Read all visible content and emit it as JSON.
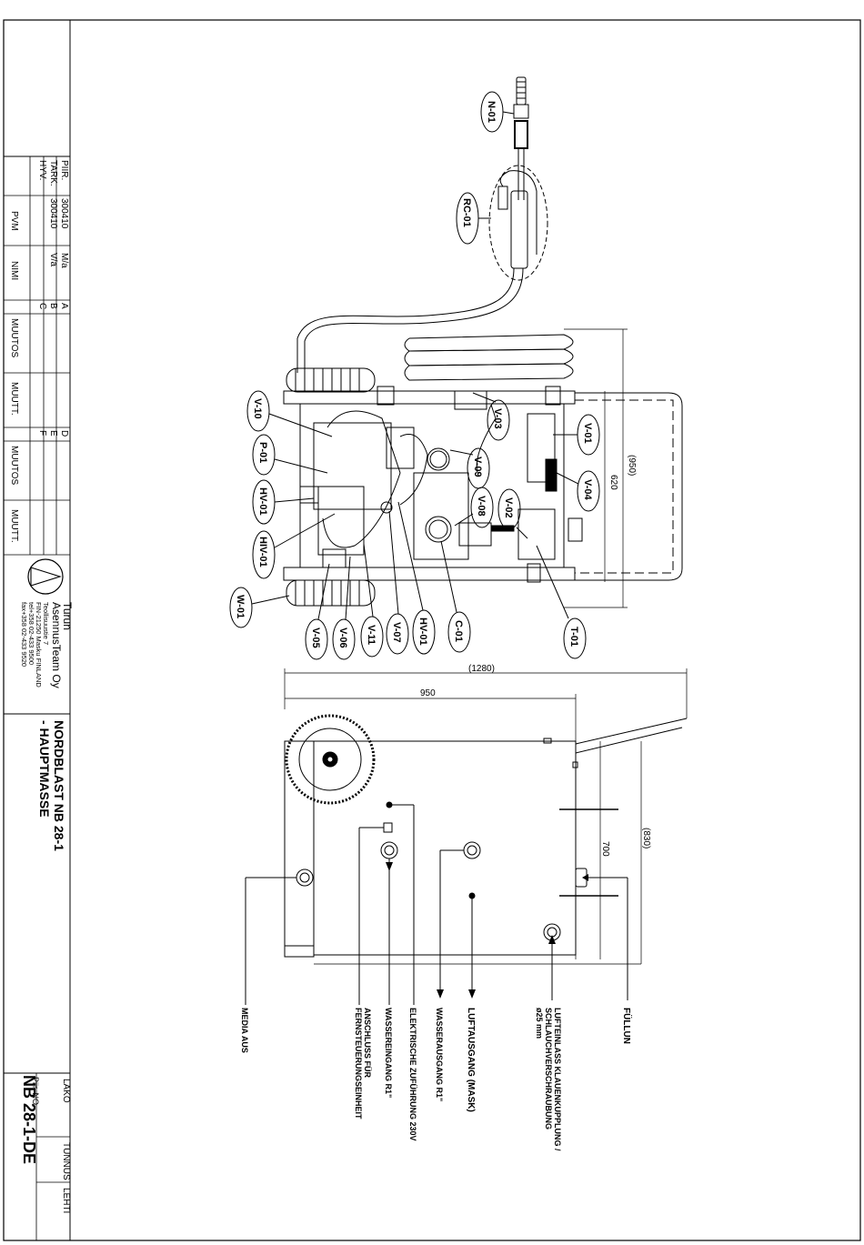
{
  "title_block": {
    "company": {
      "name_line1": "Turun",
      "name_line2": "AsennusTeam Oy",
      "address1": "Teollisuustie 7",
      "address2": "FIN-21250 Masku FINLAND",
      "tel": "tel+358 02-433 9500",
      "fax": "fax+358 02-433 9520"
    },
    "title_line1": "NORDBLAST NB 28-1",
    "title_line2": "- HAUPTMASSE",
    "drawing_no": "NB 28-1-DE",
    "labels": {
      "lako": "LAKO",
      "tunnus": "TUNNUS",
      "lehti": "LEHTI",
      "piir_no": "Piir. NO",
      "pvm": "PVM",
      "nimi": "NIMI",
      "muutos1": "MUUTOS",
      "mutt1": "MUUTT.",
      "muutos2": "MUUTOS",
      "mutt2": "MUUTT."
    },
    "revision_table": {
      "rows": [
        "PIIR.",
        "TARK.",
        "HYV."
      ],
      "dates": [
        "300410",
        "300410",
        ""
      ],
      "names": [
        "M/a",
        "V/a",
        ""
      ],
      "letters_left": [
        "A",
        "B",
        "C"
      ],
      "letters_right": [
        "D",
        "E",
        "F"
      ]
    }
  },
  "top_view": {
    "dims": {
      "d1280": "(1280)",
      "d950": "950",
      "d950p": "(950)",
      "d620": "620"
    },
    "components": [
      "N-01",
      "RC-01",
      "V-10",
      "P-01",
      "HV-01",
      "HIV-01",
      "W-01",
      "V-05",
      "V-06",
      "V-11",
      "V-07",
      "HV-01",
      "C-01",
      "T-01",
      "V-03",
      "V-01",
      "V-09",
      "V-04",
      "V-08",
      "V-02"
    ]
  },
  "side_view": {
    "dims": {
      "d700": "700",
      "d830": "(830)"
    },
    "callouts": {
      "fullun": "FÜLLUN",
      "lufteinlass1": "LUFTEINLASS KLAUENKUPPLUNG /",
      "lufteinlass2": "SCHLAUCHVERSCHRAUBUNG",
      "lufteinlass3": "ø25 mm",
      "luftausgang": "LUFTAUSGANG (MASK)",
      "wasserausgang": "WASSERAUSGANG  R1\"",
      "elektrische": "ELEKTRISCHE ZUFÜHRUNG  230V",
      "wassereingang": "WASSEREINGANG  R1\"",
      "anschluss1": "ANSCHLUSS FÜR",
      "anschluss2": "FERNSTEUERUNGSEINHEIT",
      "media": "MEDIA AUS"
    }
  }
}
